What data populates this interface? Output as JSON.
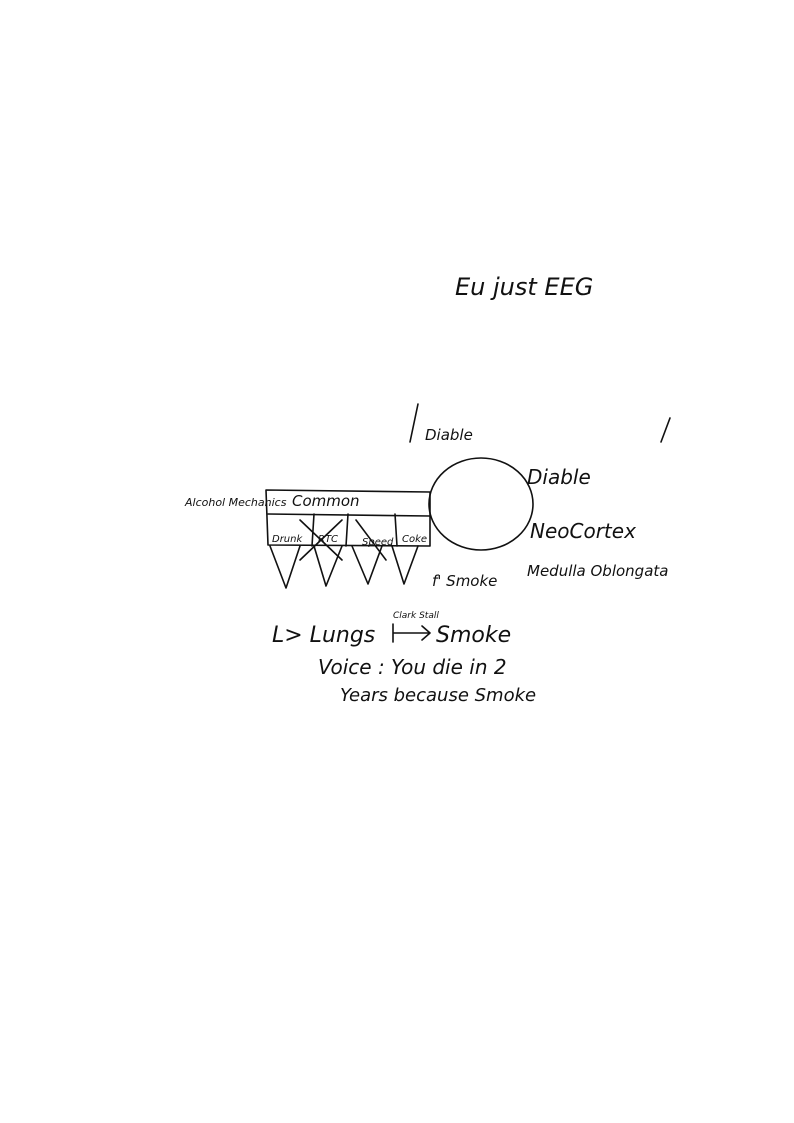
{
  "page": {
    "background": "#ffffff",
    "ink": "#111111"
  },
  "labels": {
    "heading": "Eu just EEG",
    "top_label_1": "Diable",
    "oval_label_top": "Diable",
    "oval_label_neo": "NeoCortex",
    "medulla": "Medulla Oblongata",
    "left_note": "Alcohol Mechanics",
    "box_title": "Common",
    "cell_1": "Drunk",
    "cell_2": "RTC",
    "cell_3": "Speed",
    "cell_4": "Coke",
    "f_smoke": "f' Smoke",
    "stacked_note": "Clark Stall",
    "line_1_prefix": "L> Lungs",
    "line_1_suffix": "Smoke",
    "line_2": "Voice : You die in 2",
    "line_3": "Years because Smoke"
  }
}
